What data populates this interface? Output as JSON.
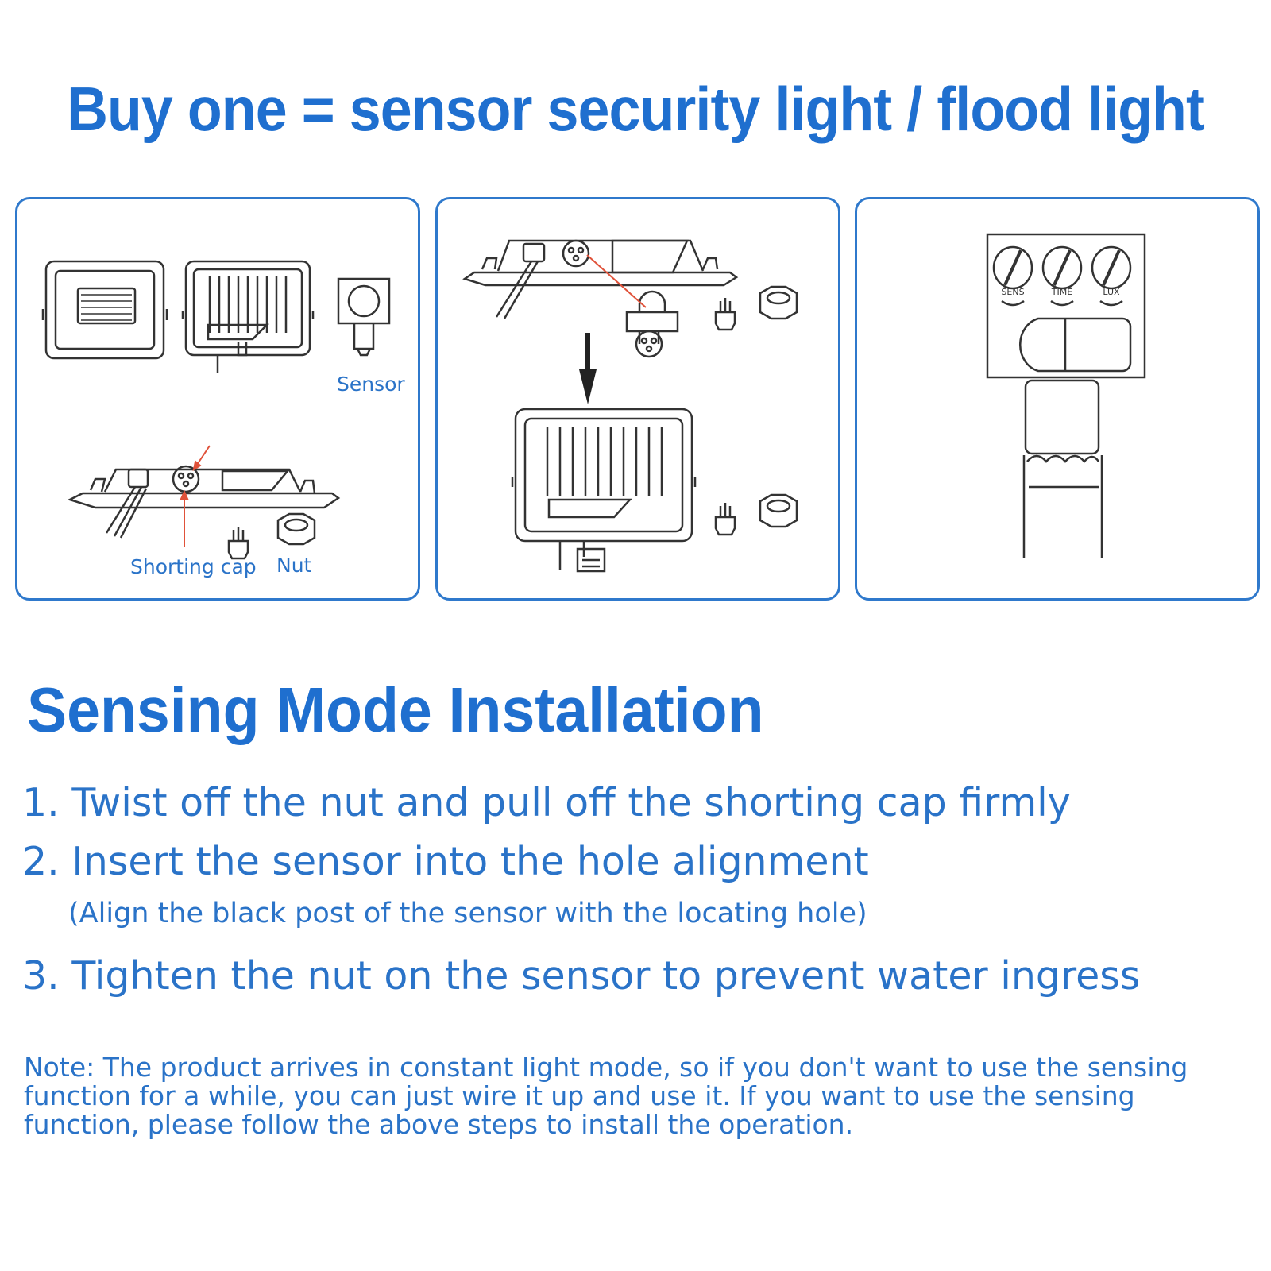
{
  "header": {
    "title": "Buy one =  sensor security light / flood light"
  },
  "panels": {
    "components": {
      "sensor_label": "Sensor",
      "shorting_cap_label": "Shorting cap",
      "nut_label": "Nut"
    }
  },
  "installation": {
    "title": "Sensing Mode Installation",
    "steps": [
      "1. Twist off the nut and pull off the shorting cap firmly",
      "2. Insert the sensor into the hole alignment",
      "3. Tighten the nut on the sensor to prevent water ingress"
    ],
    "step2_note": "(Align the black post of the sensor with the locating hole)"
  },
  "note": "Note: The product arrives in constant light mode, so if you don't want to use the sensing function for a while, you can just wire it up and use it. If you want to use the sensing function, please follow the above steps to install the operation.",
  "sensor_dials": [
    "SENS",
    "TIME",
    "LUX"
  ],
  "colors": {
    "accent": "#1f6fcf",
    "text": "#2a73c8",
    "border": "#2f79cc",
    "arrow": "#e0523a"
  }
}
